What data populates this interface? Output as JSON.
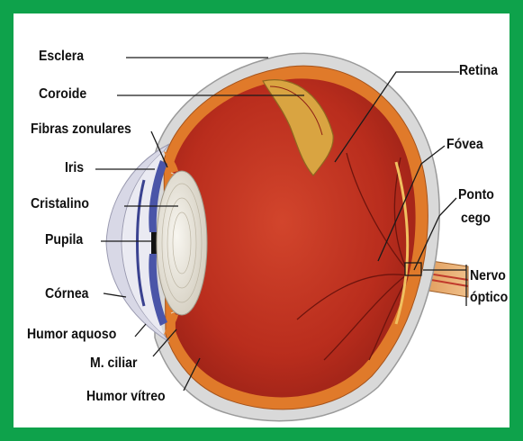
{
  "colors": {
    "frame": "#0ea24b",
    "background": "#ffffff",
    "sclera": "#d9d9d9",
    "choroid": "#e07a2a",
    "retina": "#d9a441",
    "vitreous": "#b3281c",
    "lens": "#ece8de",
    "iris": "#4a55a8",
    "cornea": "#d8d8e6",
    "nerve": "#e3a05a",
    "leader": "#1a1a1a"
  },
  "labels": {
    "esclera": "Esclera",
    "coroide": "Coroide",
    "fibras_zonulares": "Fibras zonulares",
    "iris": "Iris",
    "cristalino": "Cristalino",
    "pupila": "Pupila",
    "cornea": "Córnea",
    "humor_aquoso": "Humor  aquoso",
    "m_ciliar": "M. ciliar",
    "humor_vitreo": "Humor vítreo",
    "retina": "Retina",
    "fovea": "Fóvea",
    "ponto_cego_1": "Ponto",
    "ponto_cego_2": "cego",
    "nervo_optico_1": "Nervo",
    "nervo_optico_2": "óptico"
  }
}
